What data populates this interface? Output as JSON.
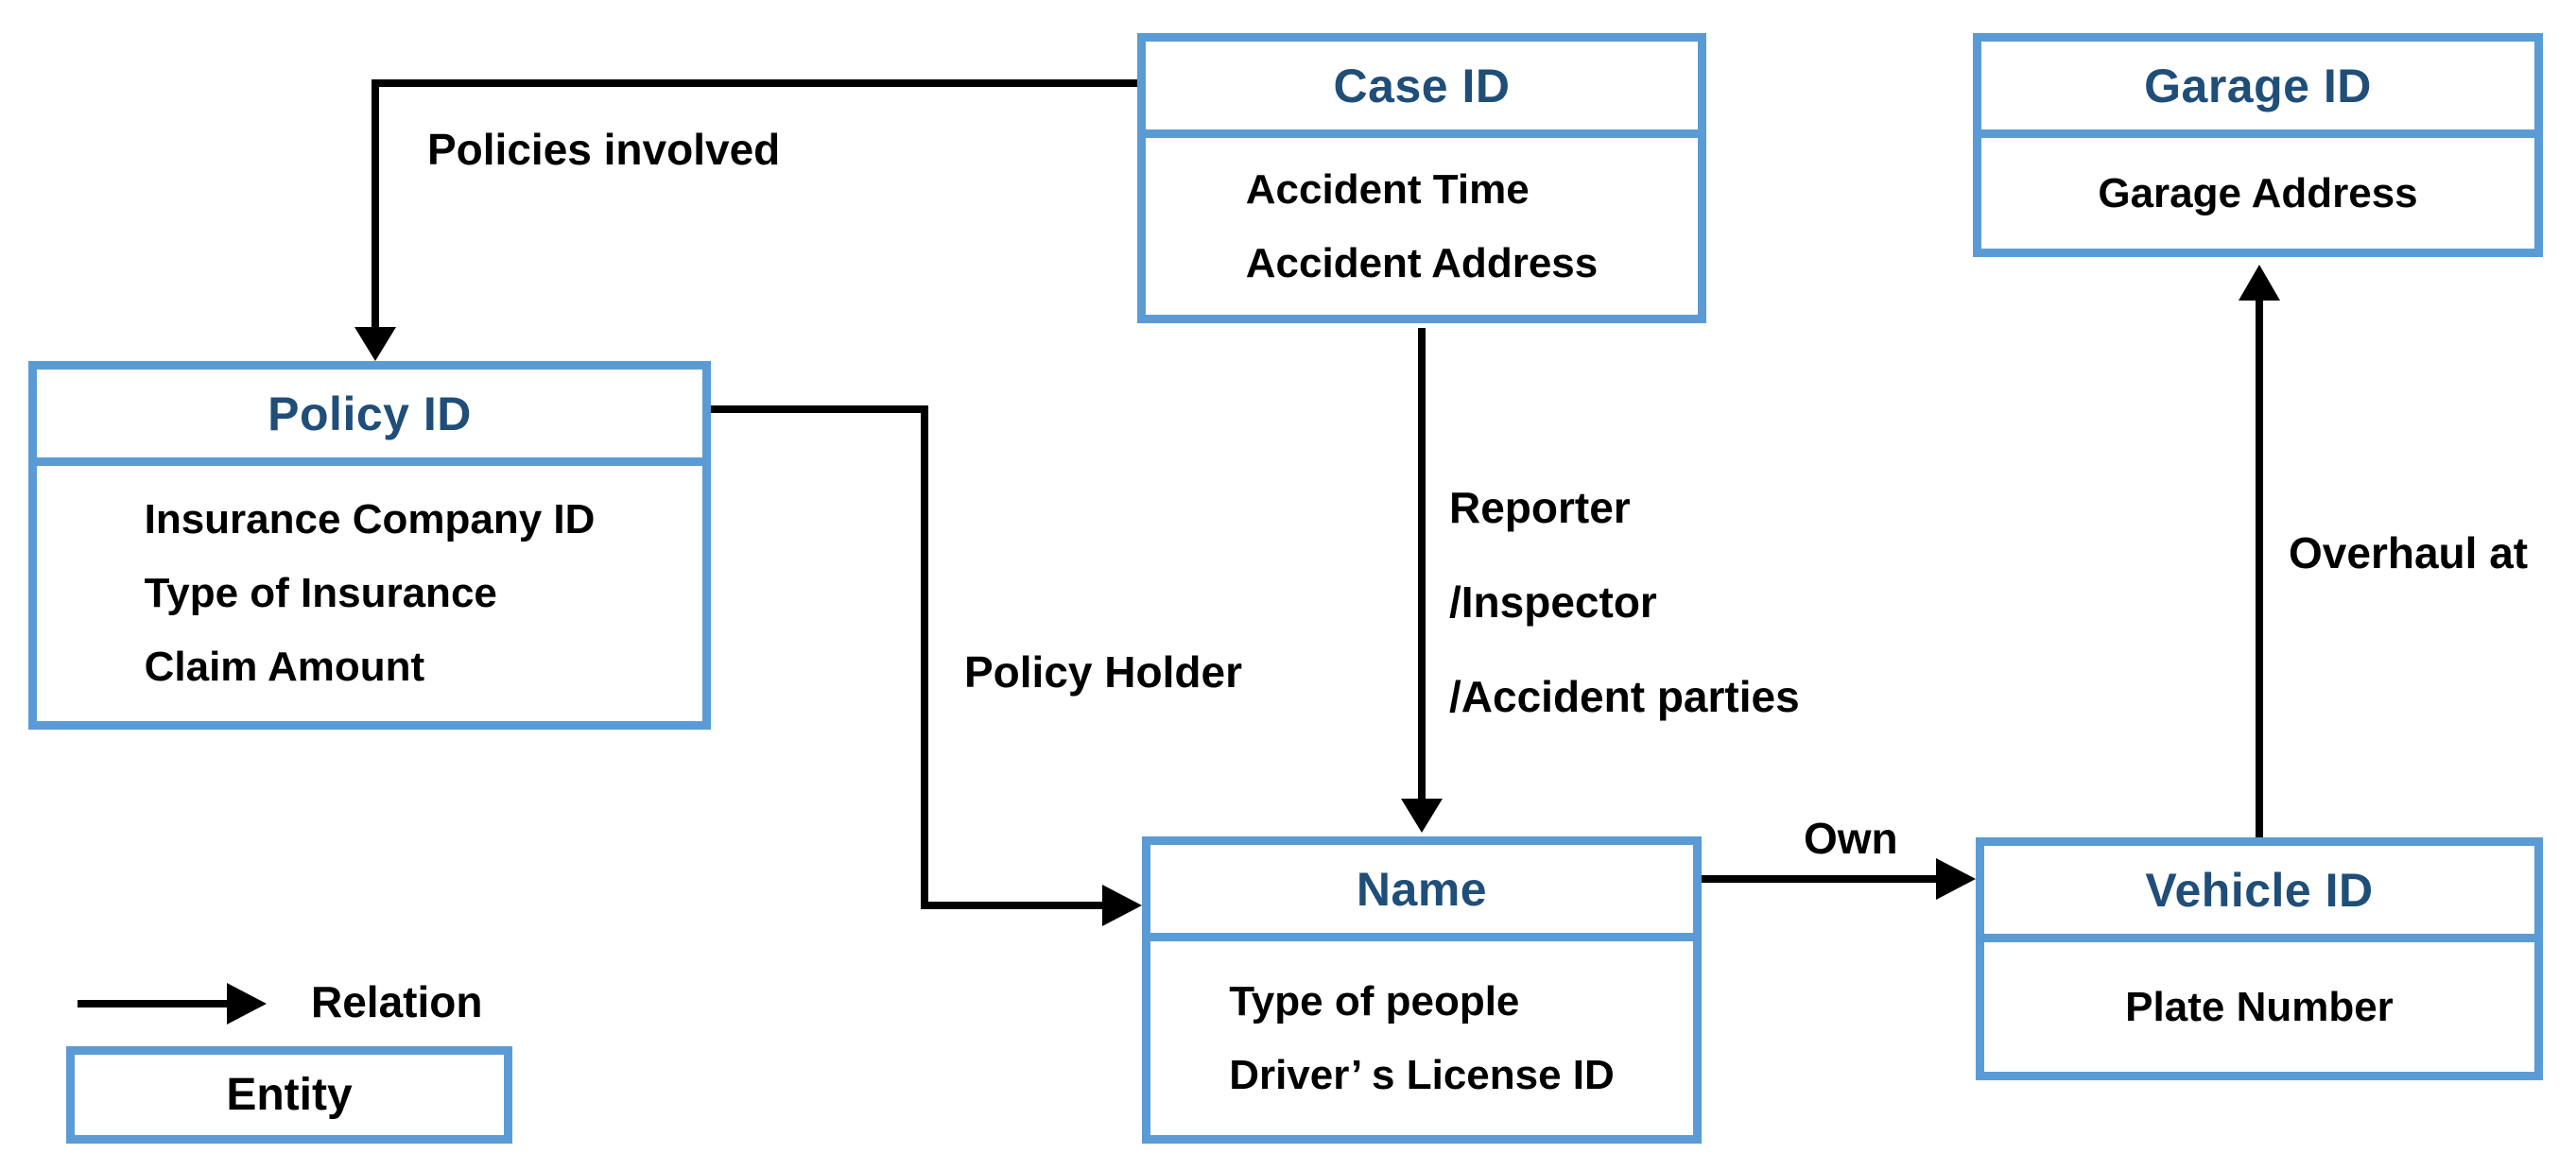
{
  "colors": {
    "border_blue": "#5B9BD5",
    "title_navy": "#1F4E79",
    "line_black": "#000000"
  },
  "entities": {
    "case": {
      "title": "Case ID",
      "attributes": [
        "Accident Time",
        "Accident Address"
      ]
    },
    "policy": {
      "title": "Policy ID",
      "attributes": [
        "Insurance Company ID",
        "Type of Insurance",
        "Claim Amount"
      ]
    },
    "name": {
      "title": "Name",
      "attributes": [
        "Type of people",
        "Driver’ s License ID"
      ]
    },
    "vehicle": {
      "title": "Vehicle ID",
      "attributes": [
        "Plate Number"
      ]
    },
    "garage": {
      "title": "Garage ID",
      "attributes": [
        "Garage Address"
      ]
    }
  },
  "relations": {
    "policies_involved": "Policies involved",
    "policy_holder": "Policy Holder",
    "reporter_line1": "Reporter",
    "reporter_line2": "/Inspector",
    "reporter_line3": "/Accident parties",
    "own": "Own",
    "overhaul_at": "Overhaul at"
  },
  "legend": {
    "relation_label": "Relation",
    "entity_label": "Entity"
  }
}
